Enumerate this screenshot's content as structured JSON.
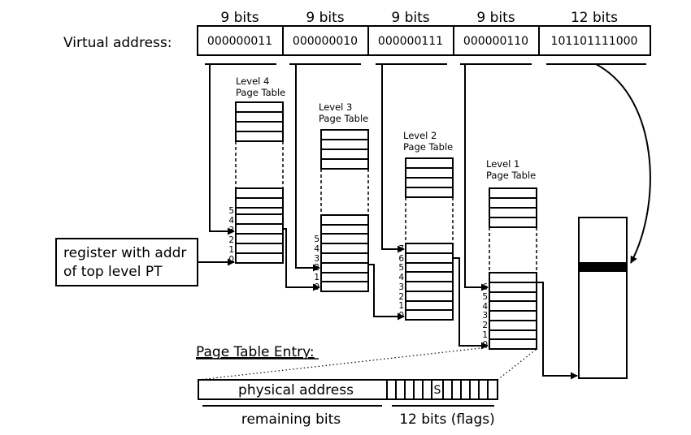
{
  "virtual_address": {
    "label": "Virtual address:",
    "segments": [
      {
        "bits": "9 bits",
        "value": "000000011"
      },
      {
        "bits": "9 bits",
        "value": "000000010"
      },
      {
        "bits": "9 bits",
        "value": "000000111"
      },
      {
        "bits": "9 bits",
        "value": "000000110"
      },
      {
        "bits": "12 bits",
        "value": "101101111000"
      }
    ]
  },
  "tables": [
    {
      "title_line1": "Level 4",
      "title_line2": "Page Table",
      "indices": [
        "5",
        "4",
        "3",
        "2",
        "1",
        "0"
      ]
    },
    {
      "title_line1": "Level 3",
      "title_line2": "Page Table",
      "indices": [
        "5",
        "4",
        "3",
        "2",
        "1",
        "0"
      ]
    },
    {
      "title_line1": "Level 2",
      "title_line2": "Page Table",
      "indices": [
        "7",
        "6",
        "5",
        "4",
        "3",
        "2",
        "1",
        "0"
      ]
    },
    {
      "title_line1": "Level 1",
      "title_line2": "Page Table",
      "indices": [
        "6",
        "5",
        "4",
        "3",
        "2",
        "1",
        "0"
      ]
    }
  ],
  "register": {
    "line1": "register with addr",
    "line2": "of top level PT"
  },
  "pte": {
    "heading": "Page Table Entry:",
    "field_label": "physical address",
    "flag_label": "S",
    "remaining_label": "remaining bits",
    "flags_label": "12 bits (flags)"
  }
}
